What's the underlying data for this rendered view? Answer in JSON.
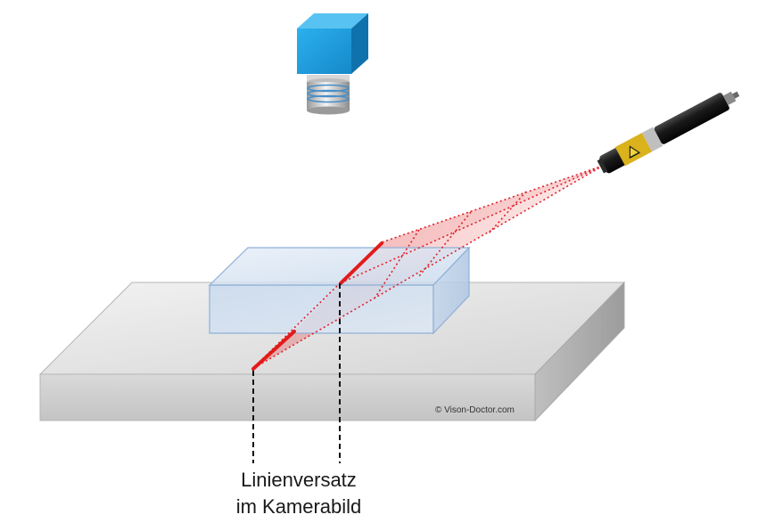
{
  "caption": {
    "line1": "Linienversatz",
    "line2": "im Kamerabild"
  },
  "copyright": "© Vison-Doctor.com",
  "colors": {
    "camera_body": "#1e9fe0",
    "laser_line": "#e31b1b",
    "laser_beam": "#e0202a",
    "glass_block": "#c9dcef",
    "base_plate": "#dcdcdc"
  },
  "icons": [
    "camera-icon",
    "laser-projector-icon"
  ]
}
